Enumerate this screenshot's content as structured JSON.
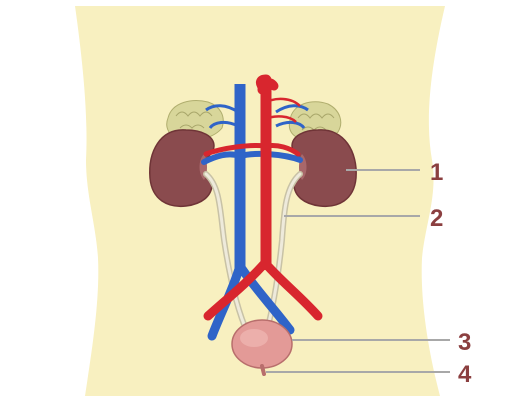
{
  "labels": [
    {
      "number": "1",
      "structure": "kidney"
    },
    {
      "number": "2",
      "structure": "ureter"
    },
    {
      "number": "3",
      "structure": "bladder"
    },
    {
      "number": "4",
      "structure": "urethra"
    }
  ],
  "colors": {
    "background": "#ffffff",
    "body": "#f8f0c0",
    "kidney": "#8a4b4e",
    "kidney_dark": "#6f3437",
    "adrenal_gland": "#d8d69a",
    "vein": "#2f64c8",
    "artery": "#d8262e",
    "ureter": "#e6e0c8",
    "bladder": "#e39a97",
    "leader_line": "#a8a8a8",
    "label_text": "#8b3f40"
  }
}
